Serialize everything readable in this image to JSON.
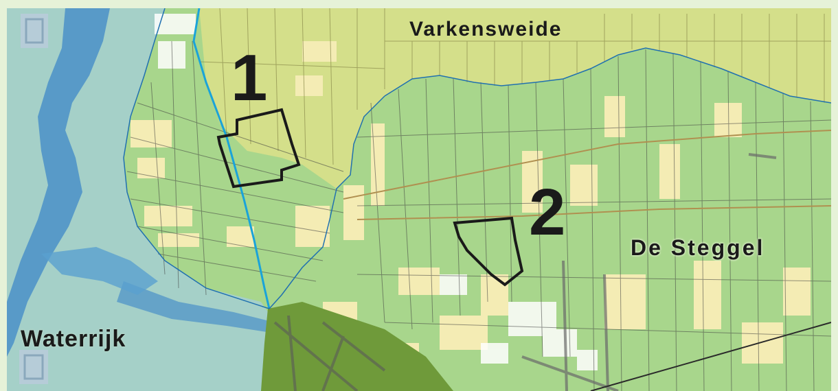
{
  "labels": {
    "region_north": "Varkensweide",
    "region_east": "De Steggel",
    "region_west": "Waterrijk"
  },
  "markers": [
    {
      "id": "1",
      "label": "1"
    },
    {
      "id": "2",
      "label": "2"
    }
  ],
  "colors": {
    "border": "#e6f2d8",
    "water": "#4a90c8",
    "floodplain": "#a5d0c8",
    "grassland": "#a8d68c",
    "agri_yellow": "#d4df8a",
    "arable": "#f4ecb4",
    "woodland": "#6f9a3a",
    "outline": "#1a1a1a",
    "creek": "#1aa3d9"
  }
}
